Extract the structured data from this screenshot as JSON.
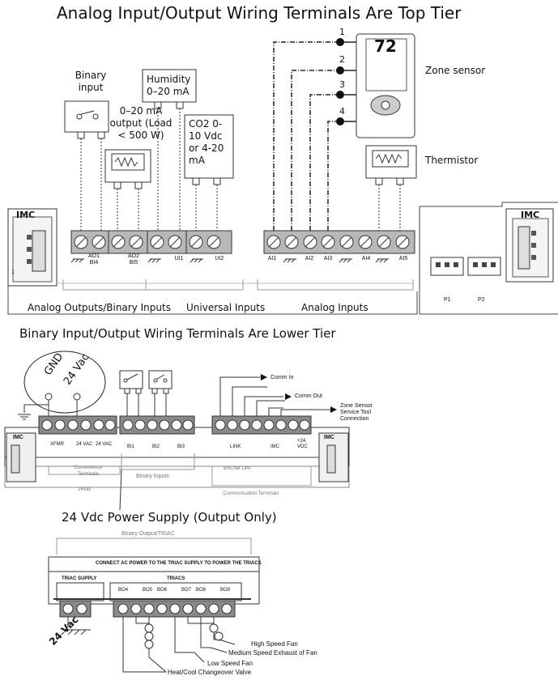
{
  "titles": {
    "top": "Analog Input/Output Wiring Terminals Are Top Tier",
    "lower": "Binary Input/Output Wiring Terminals Are Lower Tier",
    "power": "24 Vdc Power Supply (Output Only)"
  },
  "top": {
    "binary_input": "Binary input",
    "output": "0–20 mA output (Load < 500 W)",
    "humidity": "Humidity 0–20 mA",
    "co2": "CO2 0-10 Vdc or 4-20 mA",
    "zone_sensor": "Zone sensor",
    "thermistor": "Thermistor",
    "imc": "IMC",
    "pin_1": "1",
    "sensor_numbers": [
      "1",
      "2",
      "3",
      "4"
    ],
    "sensor_display": "72",
    "terminals_left": [
      "AO1",
      "BI4",
      "AO2",
      "BI5",
      "UI1",
      "UI2"
    ],
    "terminals_right": [
      "AI1",
      "AI2",
      "AI3",
      "AI4",
      "AI5"
    ],
    "ports": [
      "P1",
      "P2"
    ],
    "groups": [
      "Analog Outputs/Binary Inputs",
      "Universal Inputs",
      "Analog Inputs"
    ]
  },
  "middle": {
    "gnd": "GND",
    "vac": "24 Vac",
    "comm_in": "Comm In",
    "comm_out": "Comm Out",
    "zone_conn": "Zone Sensor Service Tool Connection",
    "imc": "IMC",
    "xfmr": "XFMR",
    "vac_label": "24 VAC",
    "bi": [
      "BI1",
      "BI2",
      "BI3"
    ],
    "link": "LINK",
    "imc_small": "IMC",
    "vdc": "+24 VDC",
    "convenience": "Convenience Terminals",
    "binary_inputs": "Binary Inputs",
    "bacnet": "BACnet Link",
    "comm_terminals": "Communication Terminals",
    "vac_bottom": "24Vac"
  },
  "bottom": {
    "header": "Binary Output/TRIAC",
    "connect": "CONNECT AC POWER TO THE TRIAC SUPPLY TO POWER THE TRIACS",
    "triac_supply": "TRIAC SUPPLY",
    "triacs": "TRIACS",
    "terminals": [
      "BO4",
      "BO5",
      "BO6",
      "BO7",
      "BO8",
      "BO9"
    ],
    "vac": "24 Vac",
    "high": "High Speed Fan",
    "medium": "Medium Speed Exhaust of Fan",
    "low": "Low Speed Fan",
    "changeover": "Heat/Cool Changeover Valve"
  }
}
